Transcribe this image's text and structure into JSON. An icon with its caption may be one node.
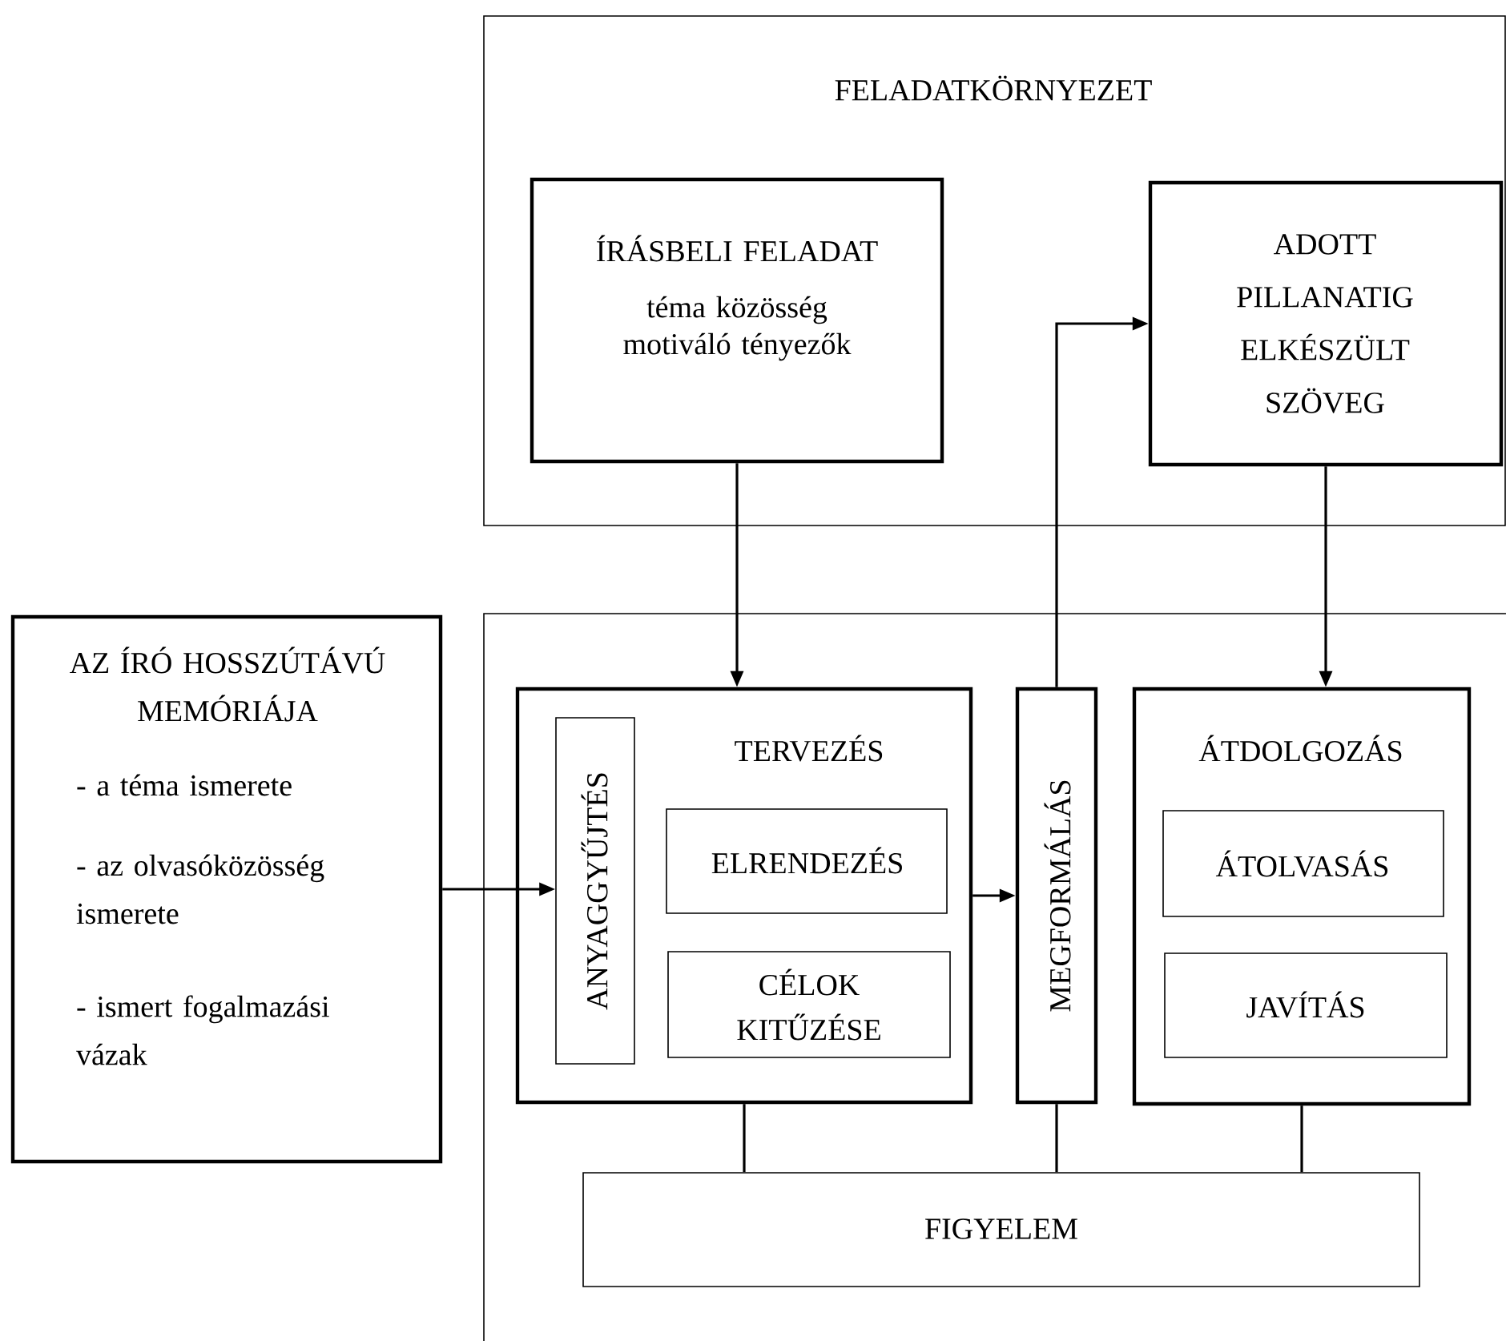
{
  "diagram": {
    "nodes": [
      {
        "text": [
          "FELADATKÖRNYEZET"
        ]
      },
      {
        "text": [
          "ÍRÁSBELI FELADAT",
          "téma közösség motiváló tényezők"
        ],
        "in": 0
      },
      {
        "text": [
          "ADOTT PILLANATIG ELKÉSZÜLT SZÖVEG"
        ],
        "in": 0
      },
      {
        "text": [
          "AZ ÍRÓ HOSSZÚTÁVÚ MEMÓRIÁJA",
          "- a téma ismerete",
          "- az olvasóközösség ismerete",
          "- ismert fogalmazási vázak"
        ]
      },
      {
        "text": [],
        "shape": "box"
      },
      {
        "text": [
          "TERVEZÉS"
        ],
        "in": 4
      },
      {
        "text": [
          "ANYAGGYŰJTÉS"
        ],
        "in": 5
      },
      {
        "text": [
          "ELRENDEZÉS"
        ],
        "in": 5
      },
      {
        "text": [
          "CÉLOK KITŰZÉSE"
        ],
        "in": 5
      },
      {
        "text": [
          "MEGFORMÁLÁS"
        ],
        "in": 4
      },
      {
        "text": [
          "ÁTDOLGOZÁS"
        ],
        "in": 4
      },
      {
        "text": [
          "ÁTOLVASÁS"
        ],
        "in": 10
      },
      {
        "text": [
          "JAVÍTÁS"
        ],
        "in": 10
      },
      {
        "text": [
          "FIGYELEM"
        ],
        "in": 4
      }
    ],
    "edges": [
      {
        "from": 1,
        "to": 5,
        "arrow": "to"
      },
      {
        "from": 2,
        "to": 10,
        "arrow": "to"
      },
      {
        "from": 3,
        "to": 6,
        "arrow": "to"
      },
      {
        "from": 5,
        "to": 9,
        "arrow": "to"
      },
      {
        "from": 9,
        "to": 2,
        "arrow": "to"
      },
      {
        "from": 5,
        "to": 13,
        "arrow": "none"
      },
      {
        "from": 9,
        "to": 13,
        "arrow": "none"
      },
      {
        "from": 10,
        "to": 13,
        "arrow": "none"
      }
    ]
  }
}
